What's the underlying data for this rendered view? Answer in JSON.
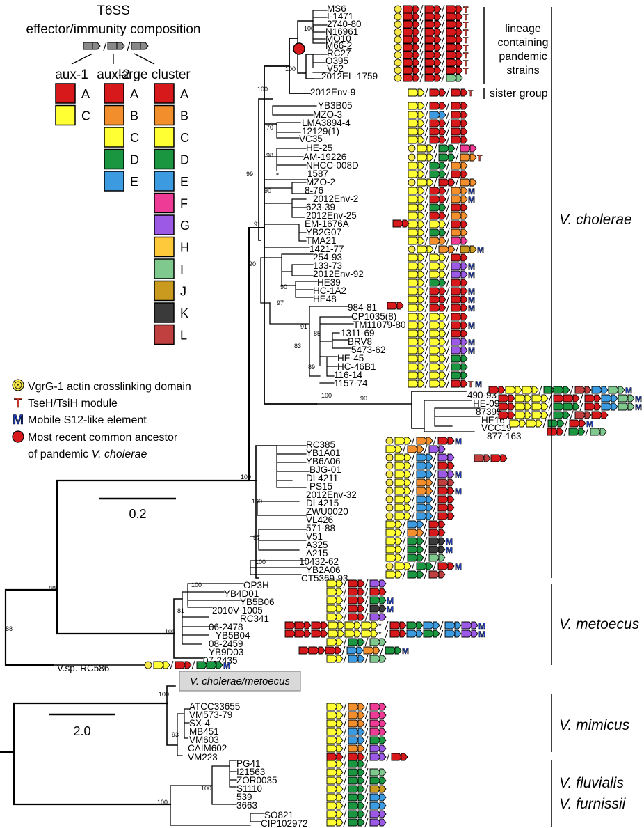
{
  "legend": {
    "title_line1": "T6SS",
    "title_line2": "effector/immunity composition",
    "columns": [
      {
        "label": "aux-1",
        "items": [
          {
            "letter": "A",
            "color": "#d7191c"
          },
          {
            "letter": "C",
            "color": "#ffff33"
          }
        ]
      },
      {
        "label": "aux-2",
        "items": [
          {
            "letter": "A",
            "color": "#d7191c"
          },
          {
            "letter": "B",
            "color": "#f28e2b"
          },
          {
            "letter": "C",
            "color": "#ffff33"
          },
          {
            "letter": "D",
            "color": "#1a9641"
          },
          {
            "letter": "E",
            "color": "#3c9be0"
          }
        ]
      },
      {
        "label": "large cluster",
        "items": [
          {
            "letter": "A",
            "color": "#d7191c"
          },
          {
            "letter": "B",
            "color": "#f28e2b"
          },
          {
            "letter": "C",
            "color": "#ffff33"
          },
          {
            "letter": "D",
            "color": "#1a9641"
          },
          {
            "letter": "E",
            "color": "#3c9be0"
          },
          {
            "letter": "F",
            "color": "#ee3c96"
          },
          {
            "letter": "G",
            "color": "#9b59e6"
          },
          {
            "letter": "H",
            "color": "#ffc93c"
          },
          {
            "letter": "I",
            "color": "#7fc98f"
          },
          {
            "letter": "J",
            "color": "#c99a1e"
          },
          {
            "letter": "K",
            "color": "#3a3a3a"
          },
          {
            "letter": "L",
            "color": "#c0403f"
          }
        ]
      }
    ],
    "symbols": [
      {
        "glyph": "A",
        "text": "VgrG-1 actin crosslinking domain"
      },
      {
        "glyph": "T",
        "text": "TseH/TsiH module"
      },
      {
        "glyph": "M",
        "text": "Mobile S12-like element"
      },
      {
        "glyph": "",
        "text": "Most recent common ancestor"
      }
    ],
    "mrca_line2_prefix": "of pandemic ",
    "mrca_line2_italic": "V. cholerae"
  },
  "scale_bars": [
    {
      "label": "0.2"
    },
    {
      "label": "2.0"
    }
  ],
  "annotations": {
    "lineage_lines": [
      "lineage",
      "containing",
      "pandemic",
      "strains"
    ],
    "sister_group": "sister group",
    "outgroup_box": "V. cholerae/metoecus"
  },
  "species": [
    "V. cholerae",
    "V. metoecus",
    "V. mimicus",
    "V. fluvialis",
    "V. furnissii"
  ],
  "bootstrap_values": [
    "100",
    "100",
    "100",
    "70",
    "98",
    "99",
    "90",
    "91",
    "90",
    "90",
    "97",
    "91",
    "83",
    "85",
    "89",
    "100",
    "90",
    "100",
    "100",
    "97",
    "100",
    "100",
    "81",
    "100",
    "88",
    "88",
    "100",
    "93",
    "100",
    "100"
  ],
  "taxa": {
    "top_tree": [
      "MS6",
      "I-1471",
      "2740-80",
      "N16961",
      "MO10",
      "M66-2",
      "RC27",
      "O395",
      "V52",
      "2012EL-1759",
      "2012Env-9",
      "YB3B05",
      "MZO-3",
      "LMA3894-4",
      "12129(1)",
      "VC35",
      "HE-25",
      "AM-19226",
      "NHCC-008D",
      "1587",
      "MZO-2",
      "8-76",
      "2012Env-2",
      "623-39",
      "2012Env-25",
      "EM-1676A",
      "YB2G07",
      "TMA21",
      "1421-77",
      "254-93",
      "133-73",
      "2012Env-92",
      "HE39",
      "HC-1A2",
      "HE48",
      "984-81",
      "CP1035(8)",
      "TM11079-80",
      "1311-69",
      "BRV8",
      "5473-62",
      "HE-45",
      "HC-46B1",
      "116-14",
      "1157-74",
      "490-93",
      "HE-09",
      "87395",
      "HE16",
      "VCC19",
      "877-163",
      "RC385",
      "YB1A01",
      "YB6A06",
      "BJG-01",
      "DL4211",
      "PS15",
      "2012Env-32",
      "DL4215",
      "ZWU0020",
      "VL426",
      "571-88",
      "V51",
      "A325",
      "A215",
      "10432-62",
      "YB2A06",
      "CT5369-93",
      "OP3H",
      "YB4D01",
      "YB5B06",
      "2010V-1005",
      "RC341",
      "06-2478",
      "YB5B04",
      "08-2459",
      "YB9D03",
      "07-2435",
      "V.sp. RC586"
    ],
    "bottom_tree": [
      "ATCC33655",
      "VM573-79",
      "SX-4",
      "MB451",
      "VM603",
      "CAIM602",
      "VM223",
      "PG41",
      "I21563",
      "ZOR0035",
      "S1110",
      "539",
      "3663",
      "SO821",
      "CIP102972"
    ]
  },
  "asterisk": "*"
}
